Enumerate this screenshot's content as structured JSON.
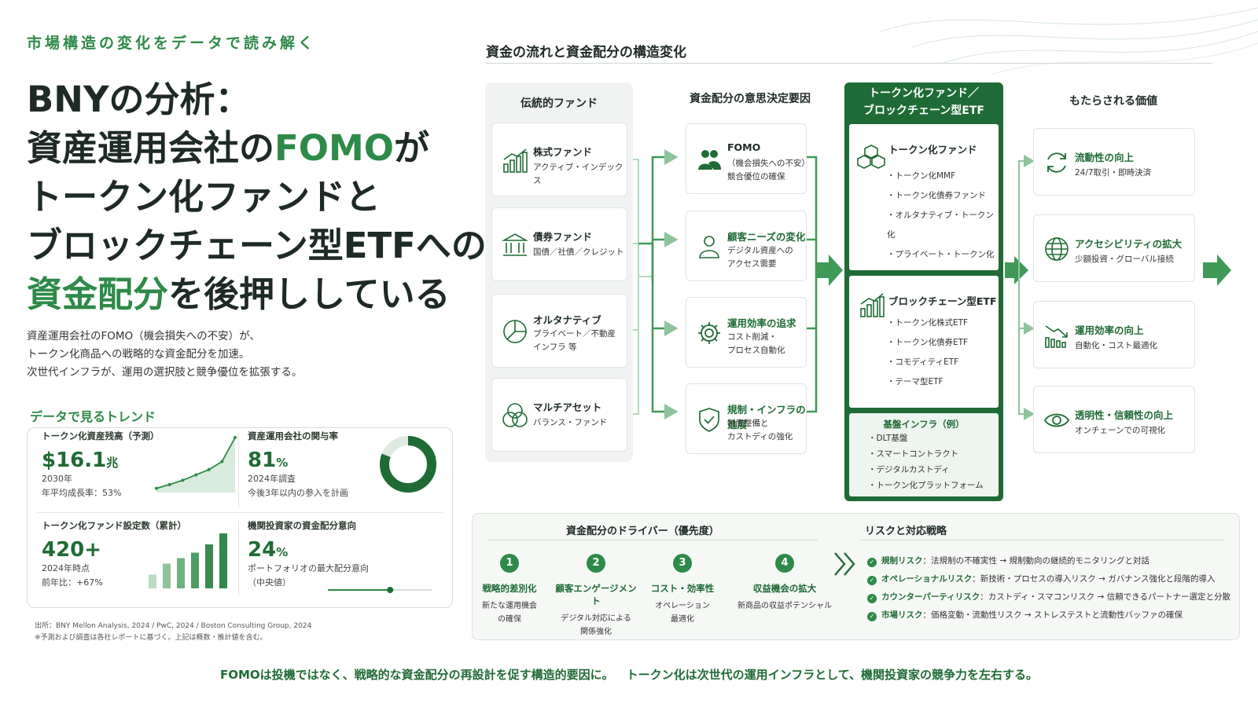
{
  "kicker": "市場構造の変化をデータで読み解く",
  "headline": {
    "l1": "BNYの分析：",
    "l2a": "資産運用会社の",
    "l2b": "FOMO",
    "l2c": "が",
    "l3": "トークン化ファンドと",
    "l4": "ブロックチェーン型ETFへの",
    "l5a": "資金配分",
    "l5b": "を後押ししている"
  },
  "lede": [
    "資産運用会社のFOMO（機会損失への不安）が、",
    "トークン化商品への戦略的な資金配分を加速。",
    "次世代インフラが、運用の選択肢と競争優位を拡張する。"
  ],
  "trend": {
    "title": "データで見るトレンド",
    "s1": {
      "label": "トークン化資産残高（予測）",
      "value": "$16.1",
      "unit": "兆",
      "sub1": "2030年",
      "sub2": "年平均成長率：53%",
      "curve": [
        0.05,
        0.12,
        0.2,
        0.3,
        0.4,
        0.55,
        1.0
      ]
    },
    "s2": {
      "label": "資産運用会社の関与率",
      "value": "81",
      "unit": "%",
      "sub1": "2024年調査",
      "sub2": "今後3年以内の参入を計画",
      "ratio": 0.81
    },
    "s3": {
      "label": "トークン化ファンド設定数（累計）",
      "value": "420+",
      "sub1": "2024年時点",
      "sub2": "前年比：+67%",
      "bars": [
        0.25,
        0.45,
        0.55,
        0.65,
        0.8,
        1.0
      ]
    },
    "s4": {
      "label": "機関投資家の資金配分意向",
      "value": "24",
      "unit": "%",
      "sub1": "ポートフォリオの最大配分意向",
      "sub2": "（中央値）",
      "ratio": 0.6
    }
  },
  "sources": [
    "出所：BNY Mellon Analysis, 2024 / PwC, 2024 / Boston Consulting Group, 2024",
    "※予測および調査は各社レポートに基づく。上記は概数・推計値を含む。"
  ],
  "flow": {
    "title": "資金の流れと資金配分の構造変化",
    "col1": {
      "head": "伝統的ファンド",
      "cards": [
        {
          "title": "株式ファンド",
          "desc1": "アクティブ・インデックス",
          "desc2": "",
          "icon": "bar-chart-icon"
        },
        {
          "title": "債券ファンド",
          "desc1": "国債／社債／クレジット",
          "desc2": "",
          "icon": "bank-icon"
        },
        {
          "title": "オルタナティブ",
          "desc1": "プライベート／不動産",
          "desc2": "インフラ 等",
          "icon": "pie-chart-icon"
        },
        {
          "title": "マルチアセット",
          "desc1": "バランス・ファンド",
          "desc2": "",
          "icon": "circles-icon"
        }
      ]
    },
    "col2": {
      "head": "資金配分の意思決定要因",
      "cards": [
        {
          "title": "FOMO",
          "desc1": "（機会損失への不安）",
          "desc2": "競合優位の確保",
          "icon": "people-icon"
        },
        {
          "title": "顧客ニーズの変化",
          "desc1": "デジタル資産への",
          "desc2": "アクセス需要",
          "icon": "user-icon"
        },
        {
          "title": "運用効率の追求",
          "desc1": "コスト削減・",
          "desc2": "プロセス自動化",
          "icon": "gear-icon"
        },
        {
          "title": "規制・インフラの進展",
          "desc1": "制度整備と",
          "desc2": "カストディの強化",
          "icon": "shield-icon"
        }
      ]
    },
    "col3": {
      "head1": "トークン化ファンド／",
      "head2": "ブロックチェーン型ETF",
      "a_title": "トークン化ファンド",
      "a_items": [
        "・トークン化MMF",
        "・トークン化債券ファンド",
        "・オルタナティブ・トークン化",
        "・プライベート・トークン化"
      ],
      "b_title": "ブロックチェーン型ETF",
      "b_items": [
        "・トークン化株式ETF",
        "・トークン化債券ETF",
        "・コモディティETF",
        "・テーマ型ETF"
      ],
      "infra_head": "基盤インフラ（例）",
      "infra_items": [
        "・DLT基盤",
        "・スマートコントラクト",
        "・デジタルカストディ",
        "・トークン化プラットフォーム"
      ]
    },
    "col4": {
      "head": "もたらされる価値",
      "cards": [
        {
          "title": "流動性の向上",
          "desc1": "24/7取引・即時決済",
          "icon": "refresh-icon"
        },
        {
          "title": "アクセシビリティの拡大",
          "desc1": "少額投資・グローバル接続",
          "icon": "globe-icon"
        },
        {
          "title": "運用効率の向上",
          "desc1": "自動化・コスト最適化",
          "icon": "down-chart-icon"
        },
        {
          "title": "透明性・信頼性の向上",
          "desc1": "オンチェーンでの可視化",
          "icon": "eye-icon"
        }
      ]
    }
  },
  "drivers": {
    "head": "資金配分のドライバー（優先度）",
    "items": [
      {
        "num": "1",
        "title": "戦略的差別化",
        "d1": "新たな運用機会",
        "d2": "の確保"
      },
      {
        "num": "2",
        "title": "顧客エンゲージメント",
        "d1": "デジタル対応による",
        "d2": "関係強化"
      },
      {
        "num": "3",
        "title": "コスト・効率性",
        "d1": "オペレーション",
        "d2": "最適化"
      },
      {
        "num": "4",
        "title": "収益機会の拡大",
        "d1": "新商品の収益ポテンシャル",
        "d2": ""
      }
    ]
  },
  "risks": {
    "head": "リスクと対応戦略",
    "items": [
      {
        "key": "規制リスク",
        "text": "：法規制の不確実性 → 規制動向の継続的モニタリングと対話"
      },
      {
        "key": "オペレーショナルリスク",
        "text": "：新技術・プロセスの導入リスク → ガバナンス強化と段階的導入"
      },
      {
        "key": "カウンターパーティリスク",
        "text": "：カストディ・スマコンリスク → 信頼できるパートナー選定と分散"
      },
      {
        "key": "市場リスク",
        "text": "：価格変動・流動性リスク → ストレステストと流動性バッファの確保"
      }
    ]
  },
  "footer": {
    "a": "FOMOは投機ではなく、戦略的な資金配分の再設計を促す構造的要因に。",
    "b": "トークン化は次世代の運用インフラとして、機関投資家の競争力を左右する。"
  },
  "colors": {
    "accent": "#2e8a48",
    "dark": "#1f6b35",
    "light": "#eaf3ec"
  }
}
